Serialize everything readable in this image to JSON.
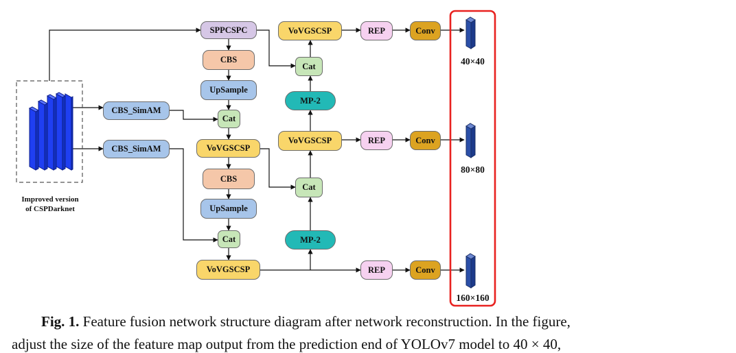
{
  "backbone": {
    "label_line1": "Improved version",
    "label_line2": "of CSPDarknet"
  },
  "nodes": {
    "spp": "SPPCSPC",
    "cbs_1": "CBS",
    "upsample_1": "UpSample",
    "cat_1": "Cat",
    "vov_1": "VoVGSCSP",
    "cbs_2": "CBS",
    "upsample_2": "UpSample",
    "cat_2": "Cat",
    "vov_2": "VoVGSCSP",
    "sim_1": "CBS_SimAM",
    "sim_2": "CBS_SimAM",
    "vov_top": "VoVGSCSP",
    "cat_top": "Cat",
    "mp_top": "MP-2",
    "vov_mid": "VoVGSCSP",
    "cat_mid": "Cat",
    "mp_bot": "MP-2",
    "rep_top": "REP",
    "conv_top": "Conv",
    "rep_mid": "REP",
    "conv_mid": "Conv",
    "rep_bot": "REP",
    "conv_bot": "Conv"
  },
  "outputs": {
    "top": "40×40",
    "mid": "80×80",
    "bot": "160×160"
  },
  "colors": {
    "output_box": "#e8211f",
    "feature_block": "#2b4fa8",
    "backbone_block": "#1f3ff2"
  },
  "caption": {
    "bold": "Fig. 1.",
    "line1": " Feature fusion network structure diagram after network reconstruction. In the figure,",
    "line2": "adjust the size of the feature map output from the prediction end of YOLOv7 model to 40 × 40,"
  }
}
